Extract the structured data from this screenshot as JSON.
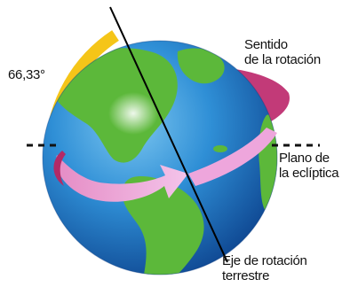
{
  "labels": {
    "angle": "66,33°",
    "rotation_direction": [
      "Sentido",
      "de la rotación"
    ],
    "ecliptic_plane": [
      "Plano de",
      "la eclíptica"
    ],
    "rotation_axis": [
      "Eje de rotación",
      "terrestre"
    ]
  },
  "colors": {
    "ocean": "#1f78c4",
    "land": "#5cb83a",
    "angle_arc": "#f5c518",
    "rotation_arrow": "#e07fc8",
    "rotation_arrow_back": "#c0306a",
    "axis": "#000000"
  }
}
